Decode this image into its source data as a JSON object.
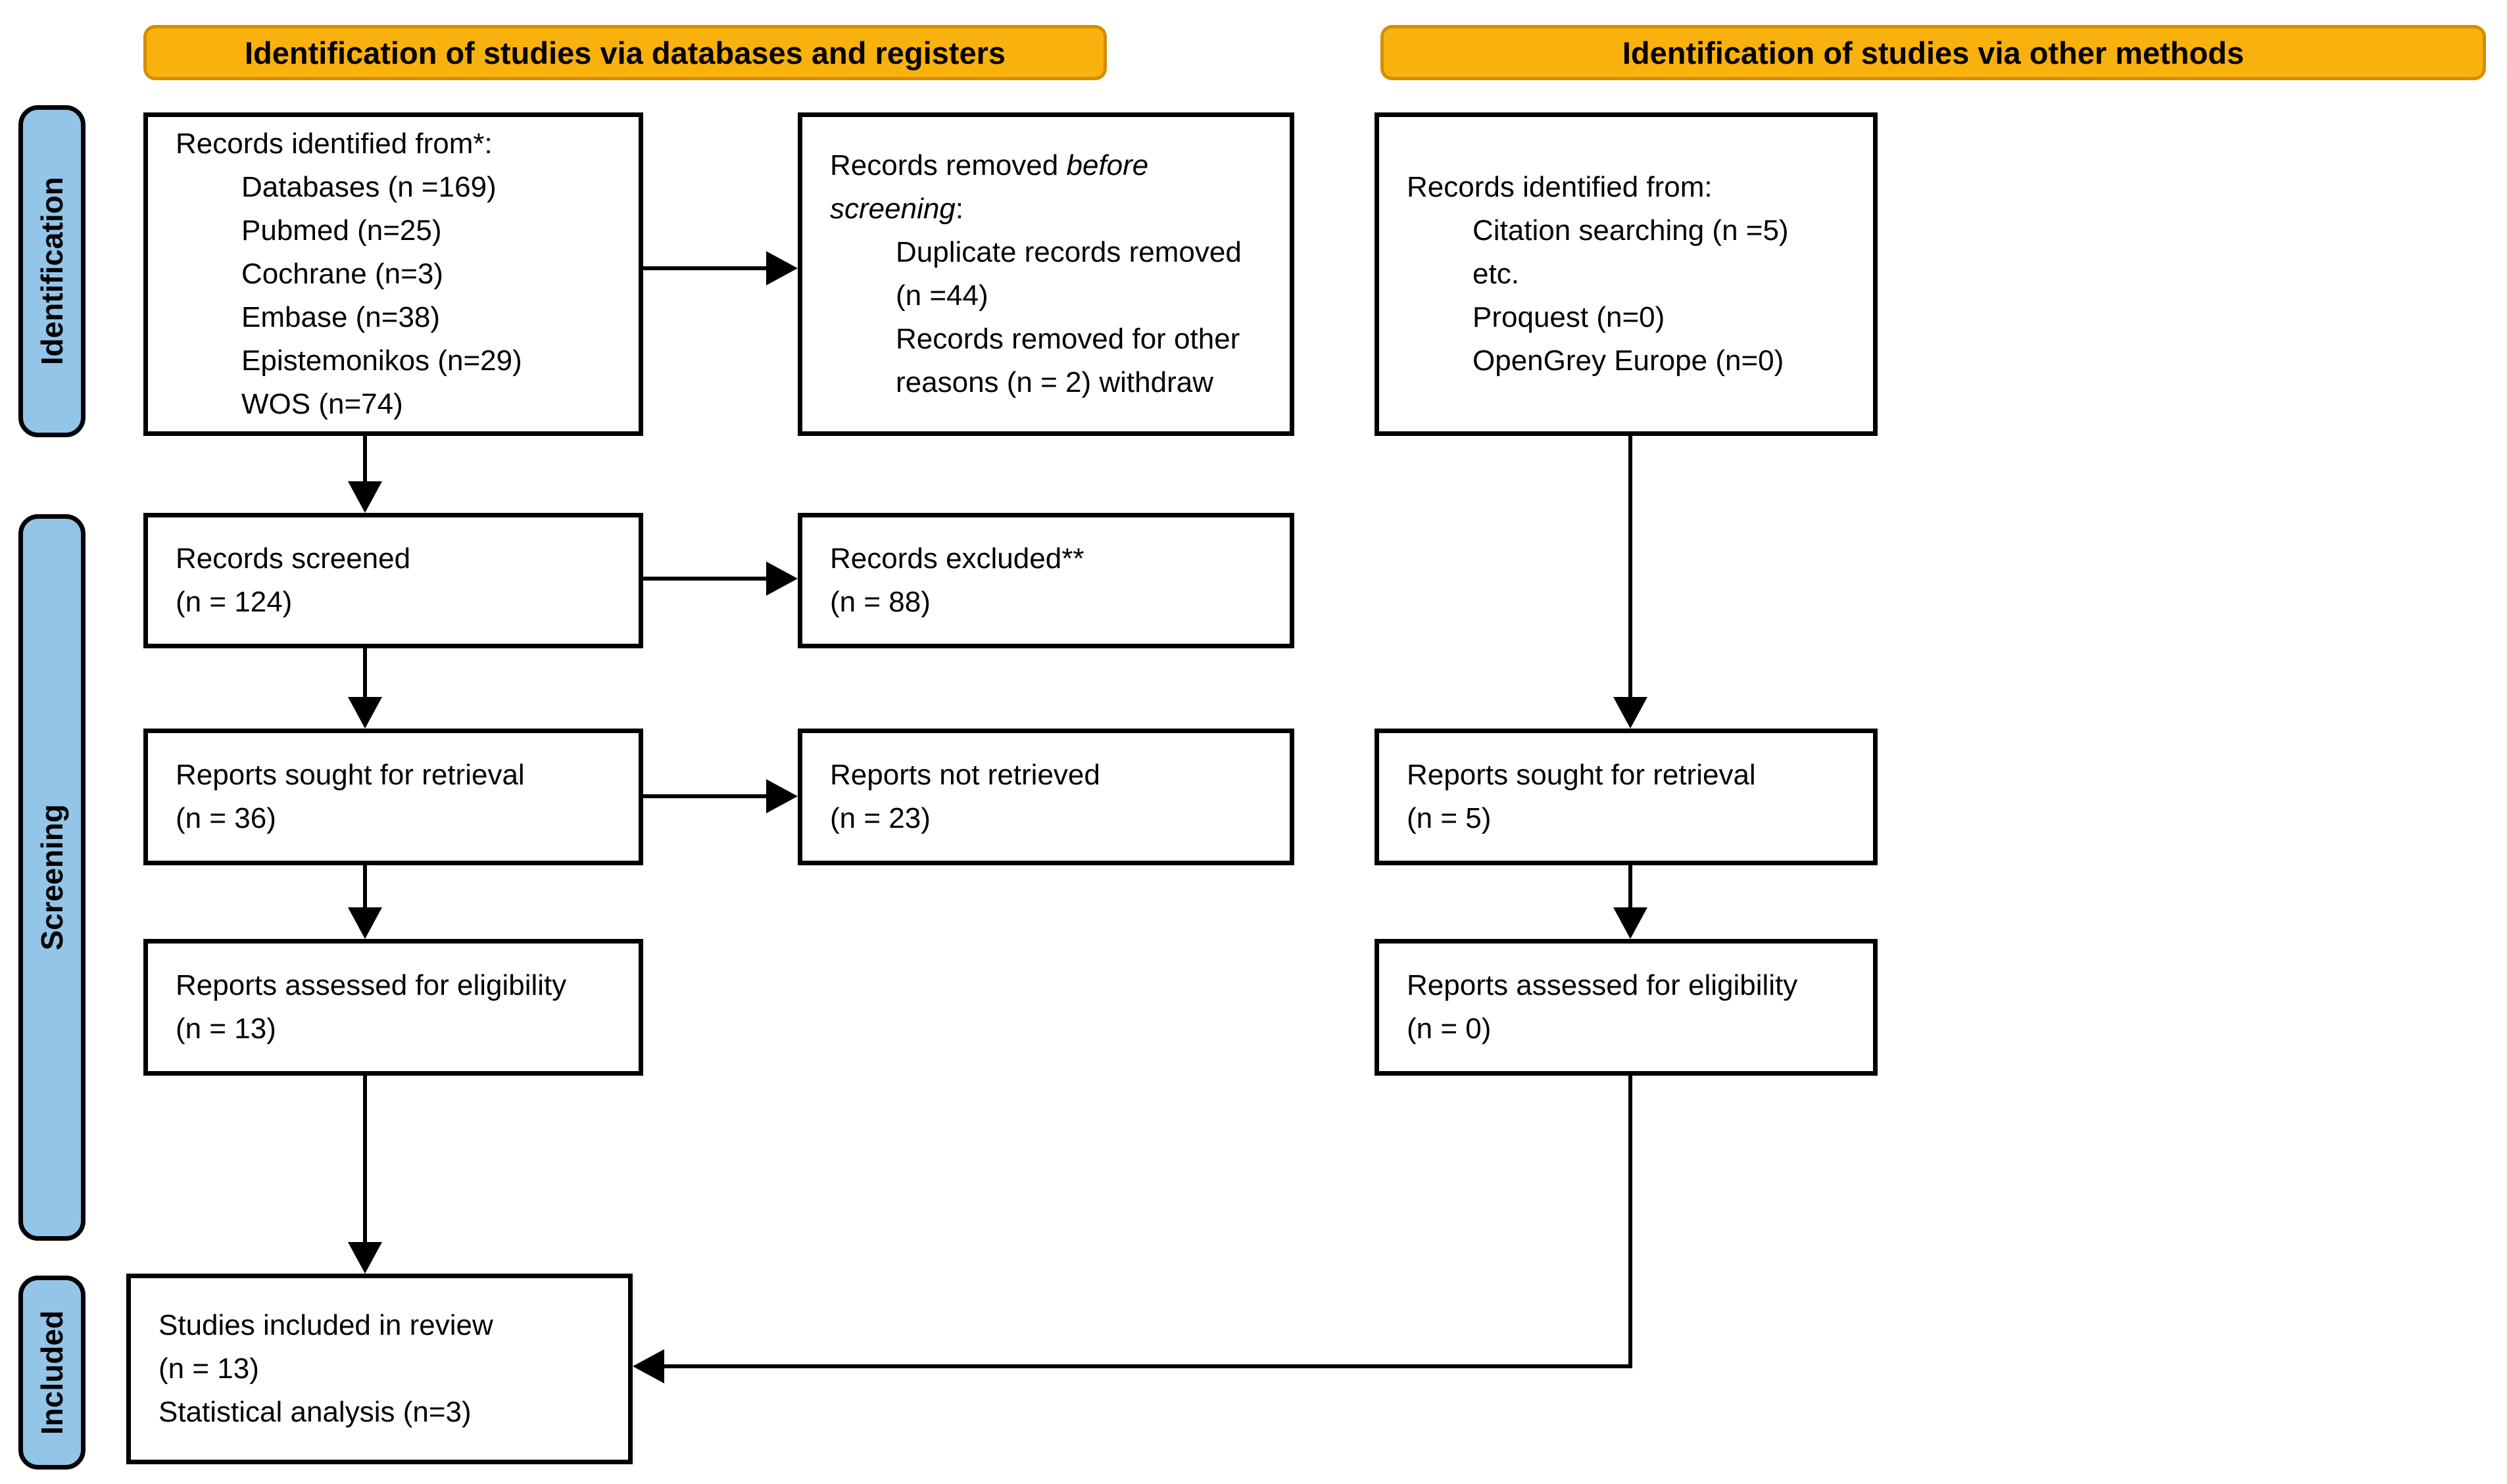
{
  "colors": {
    "banner_fill": "#F9B10E",
    "banner_border": "#D28E00",
    "stage_fill": "#92C5E8",
    "box_border": "#000000"
  },
  "banners": {
    "databases": "Identification of studies via databases and registers",
    "other_methods": "Identification of studies via other methods"
  },
  "stages": {
    "identification": "Identification",
    "screening": "Screening",
    "included": "Included"
  },
  "boxes": {
    "records_identified_db": {
      "title": "Records identified from*:",
      "items": [
        "Databases (n =169)",
        "Pubmed (n=25)",
        "Cochrane (n=3)",
        "Embase (n=38)",
        "Epistemonikos (n=29)",
        "WOS (n=74)"
      ]
    },
    "records_removed": {
      "title_prefix": "Records removed ",
      "title_italic": "before screening",
      "title_suffix": ":",
      "items": [
        "Duplicate records removed (n =44)",
        "Records removed for other reasons (n = 2) withdraw"
      ]
    },
    "records_identified_other": {
      "title": "Records identified from:",
      "items": [
        "Citation searching (n =5)",
        "etc.",
        "Proquest (n=0)",
        "OpenGrey Europe (n=0)"
      ]
    },
    "records_screened": {
      "line1": "Records screened",
      "line2": "(n = 124)"
    },
    "records_excluded": {
      "line1": "Records excluded**",
      "line2": "(n = 88)"
    },
    "reports_sought_db": {
      "line1": "Reports sought for retrieval",
      "line2": "(n = 36)"
    },
    "reports_not_retrieved": {
      "line1": "Reports not retrieved",
      "line2": "(n = 23)"
    },
    "reports_sought_other": {
      "line1": "Reports sought for retrieval",
      "line2": "(n = 5)"
    },
    "reports_assessed_db": {
      "line1": "Reports assessed for eligibility",
      "line2": "(n = 13)"
    },
    "reports_assessed_other": {
      "line1": "Reports assessed for eligibility",
      "line2": "(n = 0)"
    },
    "studies_included": {
      "line1": "Studies included in review",
      "line2": "(n = 13)",
      "line3": "Statistical analysis (n=3)"
    }
  }
}
